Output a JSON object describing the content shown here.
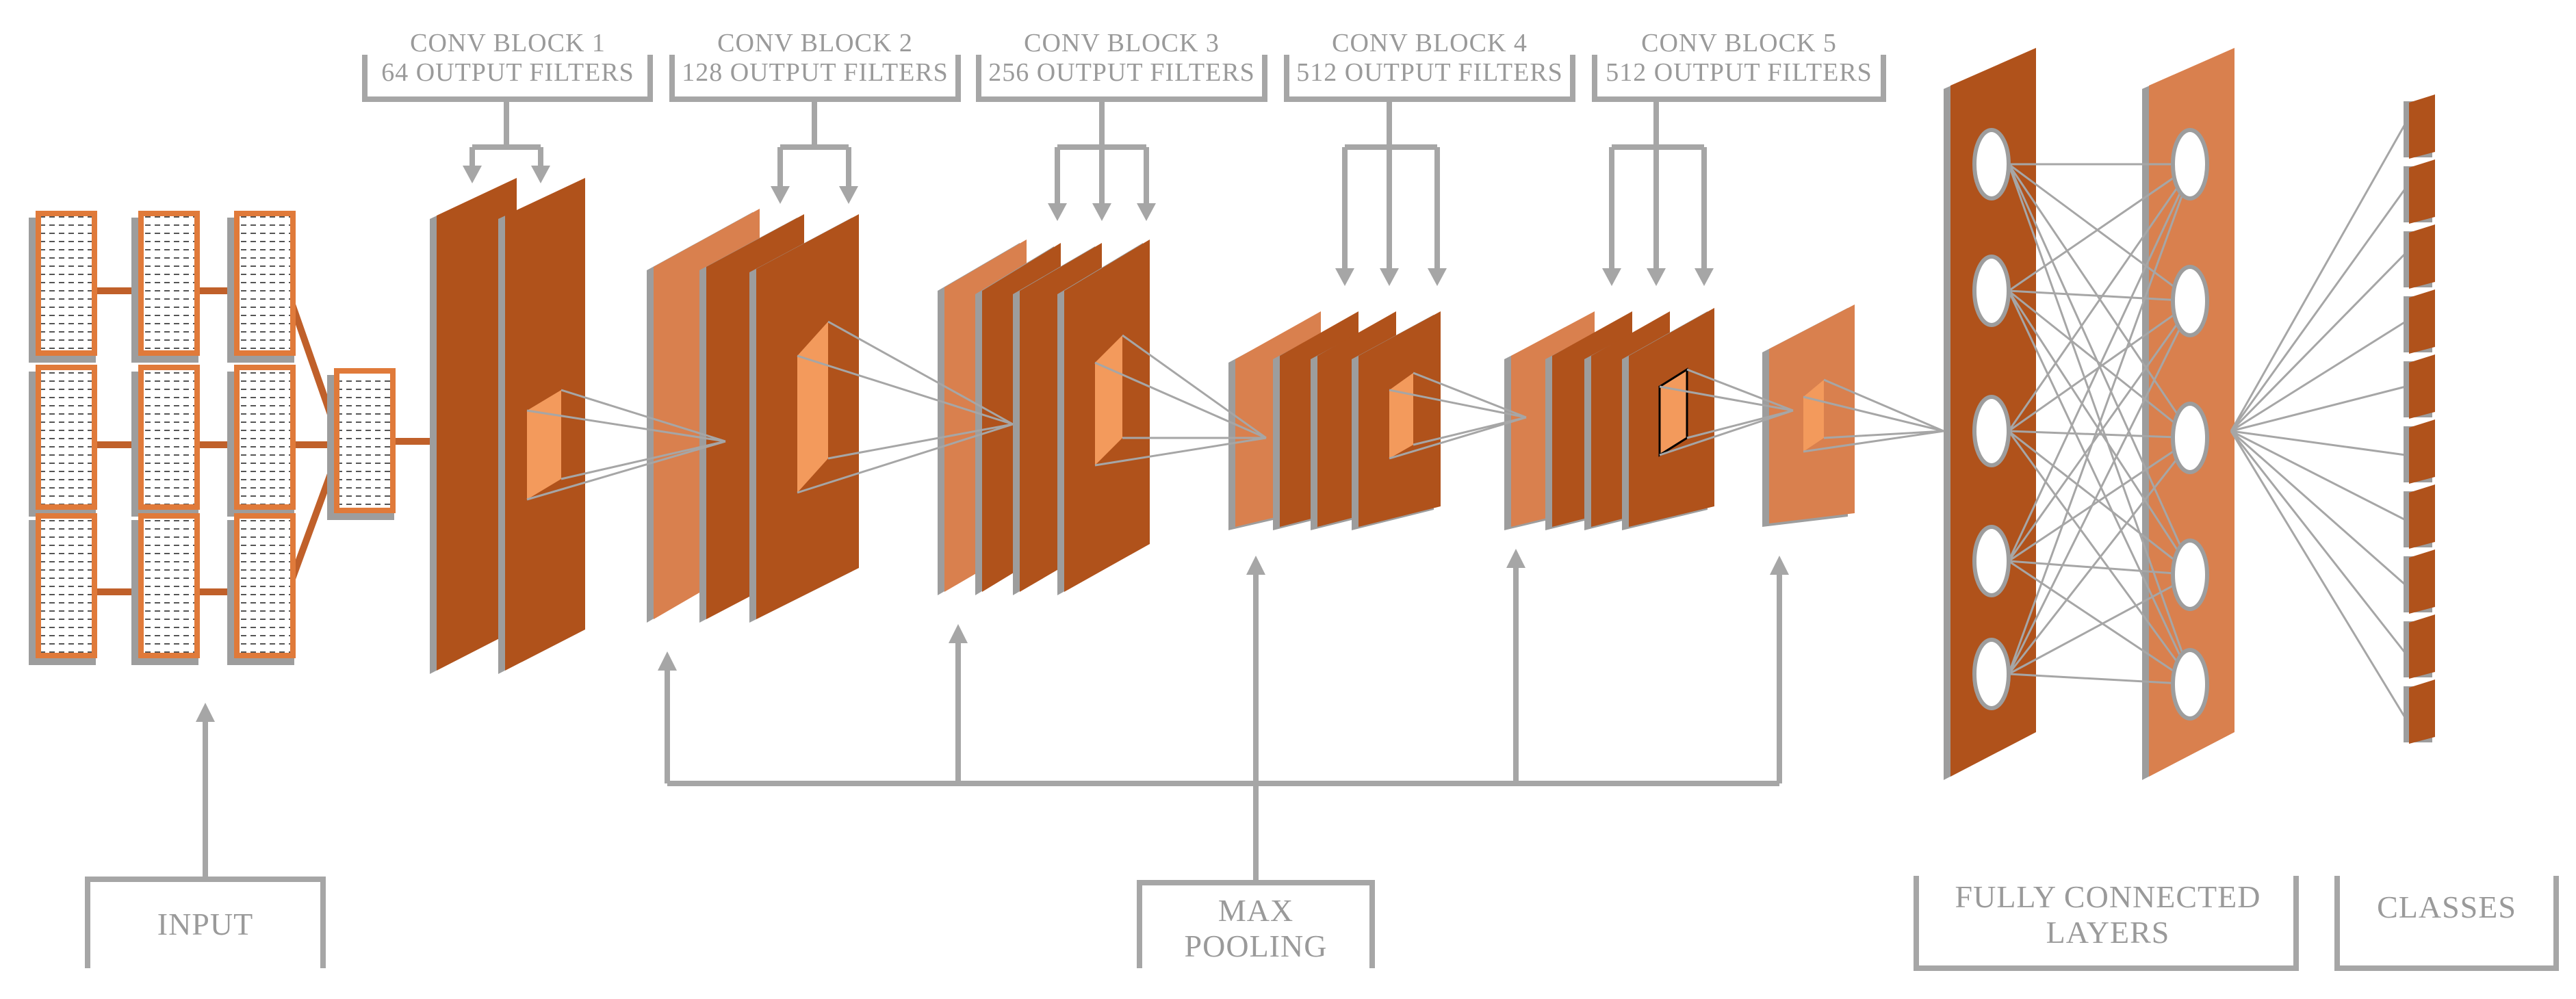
{
  "labels": {
    "conv_block_1": {
      "title": "CONV BLOCK 1",
      "filters": "64 OUTPUT FILTERS"
    },
    "conv_block_2": {
      "title": "CONV BLOCK 2",
      "filters": "128 OUTPUT FILTERS"
    },
    "conv_block_3": {
      "title": "CONV BLOCK 3",
      "filters": "256 OUTPUT FILTERS"
    },
    "conv_block_4": {
      "title": "CONV BLOCK 4",
      "filters": "512 OUTPUT FILTERS"
    },
    "conv_block_5": {
      "title": "CONV BLOCK 5",
      "filters": "512 OUTPUT FILTERS"
    },
    "input": "INPUT",
    "max_pooling": {
      "line1": "MAX",
      "line2": "POOLING"
    },
    "fully_connected": {
      "line1": "FULLY CONNECTED",
      "line2": "LAYERS"
    },
    "classes": "CLASSES"
  },
  "colors": {
    "dark_layer": "#b0521b",
    "light_layer": "#d9804e",
    "kernel": "#f39a5c",
    "shadow": "#9d9d9d",
    "line": "#a6a6a6",
    "label": "#9a9a9a"
  }
}
